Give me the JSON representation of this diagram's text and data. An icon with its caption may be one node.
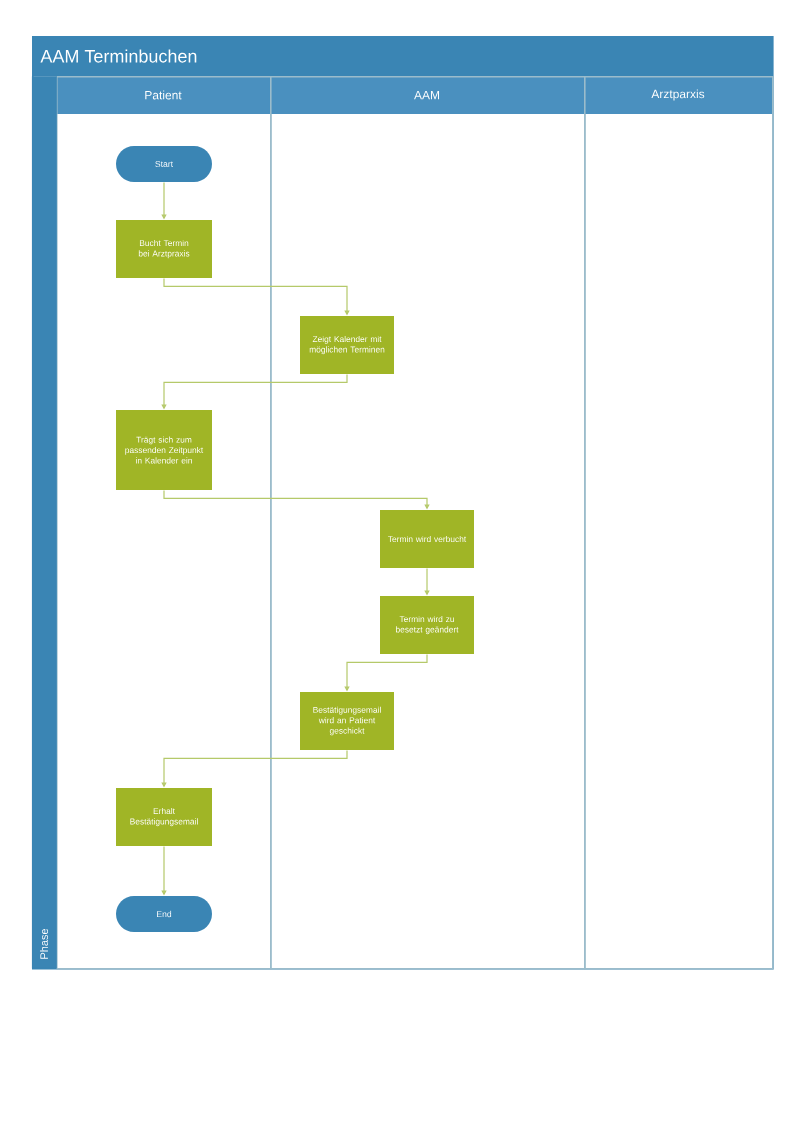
{
  "diagram": {
    "nodes": [
      {
        "text": [
          "AAM Terminbuchen"
        ]
      },
      {
        "text": [
          "Patient"
        ],
        "in": 0
      },
      {
        "text": [
          "AAM"
        ],
        "in": 0
      },
      {
        "text": [
          "Arztparxis"
        ],
        "in": 0
      },
      {
        "text": [
          "Phase"
        ],
        "in": 0
      },
      {
        "text": [
          "Start"
        ],
        "in": 1
      },
      {
        "text": [
          "Bucht Termin bei Arztpraxis"
        ],
        "in": 1
      },
      {
        "text": [
          "Zeigt Kalender mit möglichen Terminen"
        ],
        "in": 2
      },
      {
        "text": [
          "Trägt sich zum passenden Zeitpunkt in Kalender ein"
        ],
        "in": 1
      },
      {
        "text": [
          "Termin wird verbucht"
        ],
        "in": 2
      },
      {
        "text": [
          "Termin wird zu besetzt geändert"
        ],
        "in": 2
      },
      {
        "text": [
          "Bestätigungsemail wird an Patient geschickt"
        ],
        "in": 2
      },
      {
        "text": [
          "Erhalt Bestätigungsemail"
        ],
        "in": 1
      },
      {
        "text": [
          "End"
        ],
        "in": 1
      }
    ],
    "edges": [
      {
        "from": 5,
        "to": 6,
        "arrow": "to"
      },
      {
        "from": 6,
        "to": 7,
        "arrow": "to"
      },
      {
        "from": 7,
        "to": 8,
        "arrow": "to"
      },
      {
        "from": 8,
        "to": 9,
        "arrow": "to"
      },
      {
        "from": 9,
        "to": 10,
        "arrow": "to"
      },
      {
        "from": 10,
        "to": 11,
        "arrow": "to"
      },
      {
        "from": 11,
        "to": 12,
        "arrow": "to"
      },
      {
        "from": 12,
        "to": 13,
        "arrow": "to"
      }
    ]
  }
}
